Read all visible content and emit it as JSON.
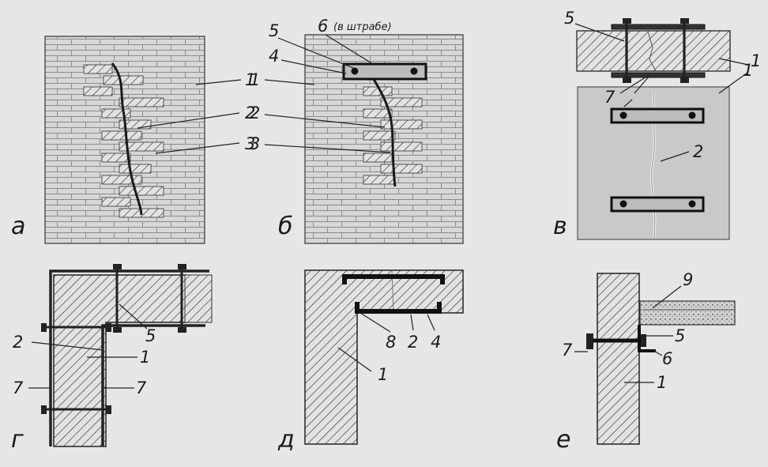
{
  "panels": {
    "a": "а",
    "b": "б",
    "v": "в",
    "g": "г",
    "d": "д",
    "e": "е"
  },
  "callouts": {
    "a_1": "1",
    "a_2": "2",
    "a_3": "3",
    "b_1": "1",
    "b_2": "2",
    "b_3": "3",
    "b_4": "4",
    "b_5": "5",
    "b_6": "6",
    "b_note": "(в штрабе)",
    "v_1a": "1",
    "v_1b": "1",
    "v_2": "2",
    "v_5": "5",
    "v_7": "7",
    "g_1": "1",
    "g_2": "2",
    "g_5": "5",
    "g_7a": "7",
    "g_7b": "7",
    "d_1": "1",
    "d_2": "2",
    "d_4": "4",
    "d_8": "8",
    "e_1": "1",
    "e_5": "5",
    "e_6": "6",
    "e_7": "7",
    "e_9": "9"
  },
  "colors": {
    "background": "#e6e6e6",
    "brick_fill": "#d7d7d7",
    "mortar": "#8c8c8c",
    "steel": "#2a2a2a",
    "concrete": "#c9c9c9"
  }
}
